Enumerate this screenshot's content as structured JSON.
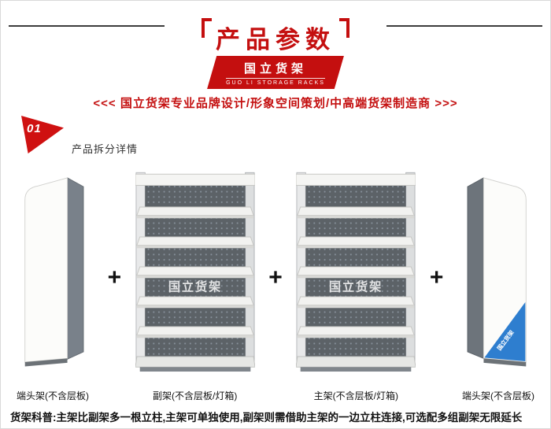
{
  "header": {
    "title": "产品参数",
    "brand_name": "国立货架",
    "brand_sub": "GUO LI STORAGE RACKS"
  },
  "tagline": "<<< 国立货架专业品牌设计/形象空间策划/中高端货架制造商 >>>",
  "section": {
    "number": "01",
    "title": "产品拆分详情"
  },
  "watermark": "国立货架",
  "plus_sign": "+",
  "products": [
    {
      "label": "端头架(不含层板)"
    },
    {
      "label": "副架(不含层板/灯箱)"
    },
    {
      "label": "主架(不含层板/灯箱)"
    },
    {
      "label": "端头架(不含层板)"
    }
  ],
  "end_rack_banner": "国立货架",
  "footer_note": "货架科普:主架比副架多一根立柱,主架可单独使用,副架则需借助主架的一边立柱连接,可选配多组副架无限延长",
  "colors": {
    "accent_red": "#c40f0f",
    "banner_blue": "#2e7ecf",
    "panel_gray": "#5c6267"
  }
}
